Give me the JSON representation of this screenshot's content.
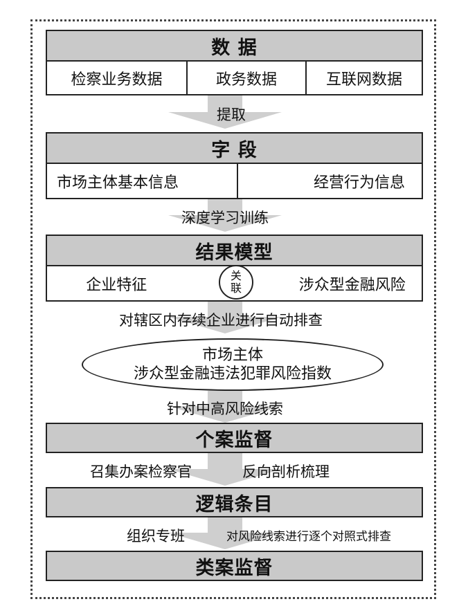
{
  "data": {
    "header": "数 据",
    "cells": [
      "检察业务数据",
      "政务数据",
      "互联网数据"
    ]
  },
  "step1": "提取",
  "fields": {
    "header": "字 段",
    "cells": [
      "市场主体基本信息",
      "经营行为信息"
    ]
  },
  "step2": "深度学习训练",
  "model": {
    "header": "结果模型",
    "cells": [
      "企业特征",
      "涉众型金融风险"
    ],
    "link_line1": "关",
    "link_line2": "联"
  },
  "step3": "对辖区内存续企业进行自动排查",
  "index": {
    "line1": "市场主体",
    "line2": "涉众型金融违法犯罪风险指数"
  },
  "step4": "针对中高风险线索",
  "case": {
    "header": "个案监督"
  },
  "step5": {
    "left": "召集办案检察官",
    "right": "反向剖析梳理"
  },
  "logic": {
    "header": "逻辑条目"
  },
  "step6": {
    "left": "组织专班",
    "right": "对风险线索进行逐个对照式排查"
  },
  "category": {
    "header": "类案监督"
  }
}
